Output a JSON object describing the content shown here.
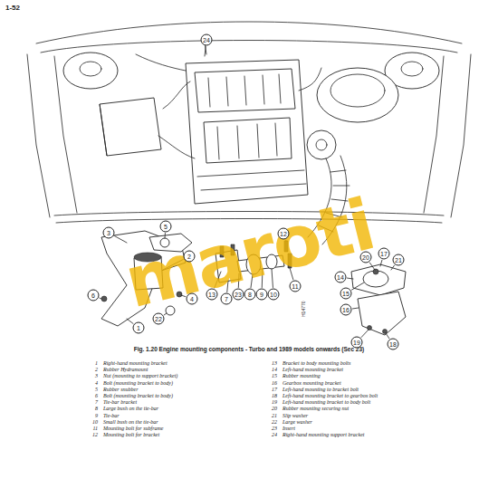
{
  "diagram": {
    "caption": "Fig. 1.20 Engine mounting components - Turbo and 1989 models onwards (Sec 23)",
    "labels": [
      "1-52",
      "24",
      "3",
      "5",
      "2",
      "6",
      "1",
      "22",
      "4",
      "13",
      "7",
      "23",
      "8",
      "9",
      "10",
      "11",
      "12",
      "20",
      "17",
      "21",
      "14",
      "15",
      "16",
      "19",
      "18",
      "H14770",
      "maroti",
      "1",
      "Right-hand mounting bracket",
      "2",
      "Rubber Hydramount",
      "3",
      "Nut (mounting to support bracket)",
      "4",
      "Bolt (mounting bracket to body)",
      "5",
      "Rubber snubber",
      "6",
      "Bolt (mounting bracket to body)",
      "7",
      "Tie-bar bracket",
      "8",
      "Large bush on the tie-bar",
      "9",
      "Tie-bar",
      "10",
      "Small bush on the tie-bar",
      "11",
      "Mounting bolt for subframe",
      "12",
      "Mounting bolt for bracket",
      "13",
      "Bracket to body mounting bolts",
      "14",
      "Left-hand mounting bracket",
      "15",
      "Rubber mounting",
      "16",
      "Gearbox mounting bracket",
      "17",
      "Left-hand mounting to bracket bolt",
      "18",
      "Left-hand mounting bracket to gearbox bolt",
      "19",
      "Left-hand mounting bracket to body bolt",
      "20",
      "Rubber mounting securing nut",
      "21",
      "Slip washer",
      "22",
      "Large washer",
      "23",
      "Insert",
      "24",
      "Right-hand mounting support bracket"
    ]
  }
}
